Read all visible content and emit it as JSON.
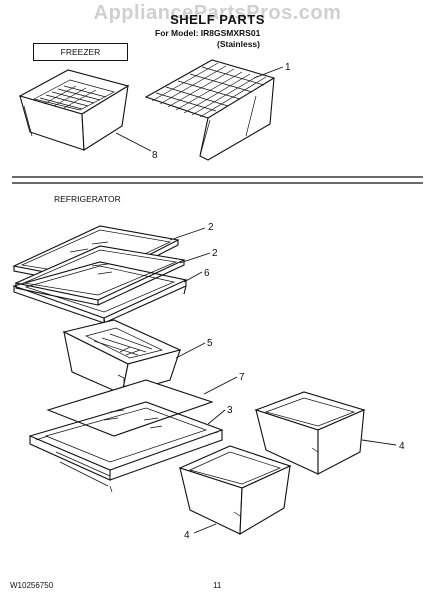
{
  "watermark": "AppliancePartsPros.com",
  "header": {
    "title": "SHELF PARTS",
    "model_line": "For Model: IR8GSMXRS01",
    "finish_line": "(Stainless)"
  },
  "sections": {
    "freezer": "FREEZER",
    "refrigerator": "REFRIGERATOR"
  },
  "callouts": {
    "wire_shelf": "1",
    "glass_shelf_top": "2",
    "glass_shelf_second": "2",
    "shelf_frame": "6",
    "deli_drawer": "5",
    "crisper_glass": "7",
    "crisper_cover_frame": "3",
    "crisper_right": "4",
    "crisper_front": "4",
    "freezer_basket": "8"
  },
  "footer": {
    "doc_id": "W10256750",
    "page": "11"
  }
}
